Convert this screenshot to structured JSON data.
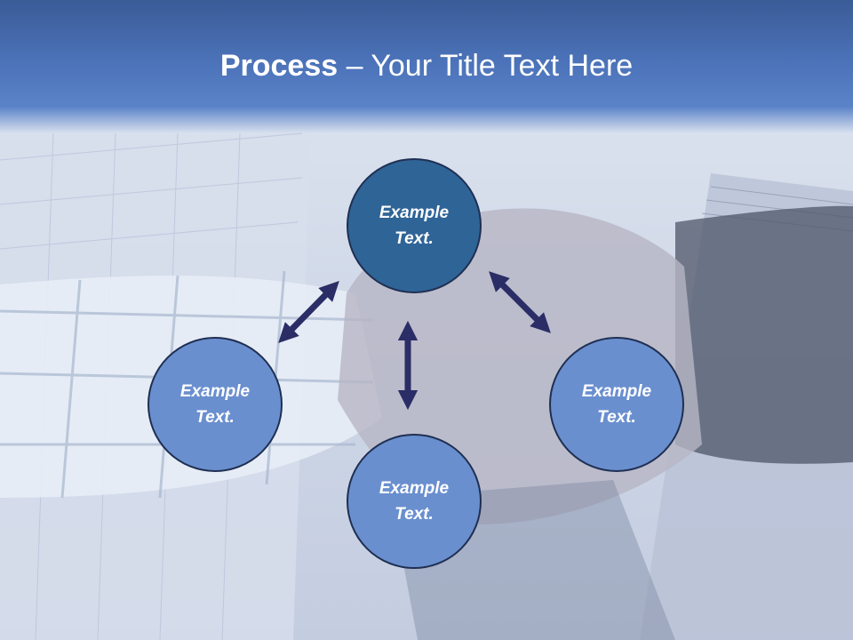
{
  "slide": {
    "title_bold": "Process",
    "title_rest": " – Your Title Text Here",
    "nodes": [
      {
        "label": "Example Text."
      },
      {
        "label": "Example Text."
      },
      {
        "label": "Example Text."
      },
      {
        "label": "Example Text."
      }
    ],
    "colors": {
      "header": "#4b72b8",
      "node_primary": "#2f6497",
      "node_secondary": "#6a8fcf",
      "arrow": "#2b2d66"
    }
  }
}
